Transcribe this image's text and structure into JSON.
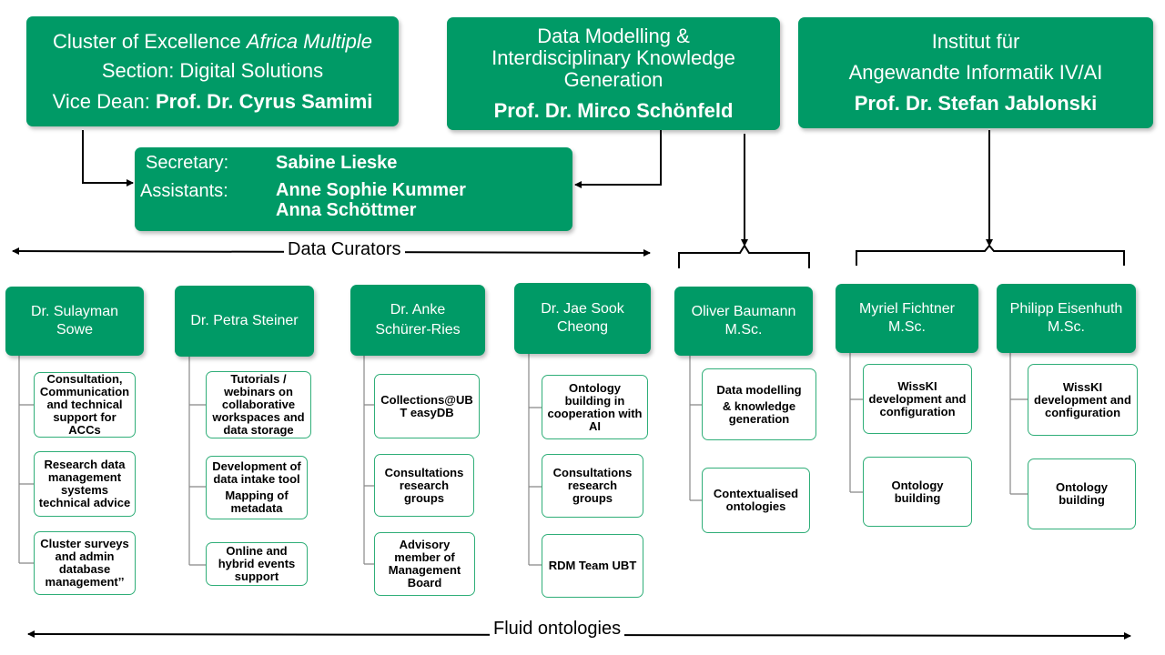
{
  "heads": {
    "cluster": {
      "line1_prefix": "Cluster of Excellence",
      "line1_italic": "Africa Multiple",
      "line2": "Section: Digital Solutions",
      "line3_prefix": "Vice Dean:",
      "line3_name": "Prof. Dr. Cyrus Samimi"
    },
    "datamodelling": {
      "line1": "Data Modelling &",
      "line2": "Interdisciplinary Knowledge",
      "line3": "Generation",
      "name": "Prof. Dr. Mirco Schönfeld"
    },
    "institut": {
      "line1": "Institut für",
      "line2": "Angewandte Informatik IV/AI",
      "name": "Prof. Dr. Stefan Jablonski"
    }
  },
  "secretariat": {
    "secretary_label": "Secretary:",
    "secretary_name": "Sabine Lieske",
    "assistants_label": "Assistants:",
    "assistant1": "Anne Sophie Kummer",
    "assistant2": "Anna Schöttmer"
  },
  "labels": {
    "data_curators": "Data Curators",
    "fluid_ontologies": "Fluid ontologies"
  },
  "members": [
    {
      "name": [
        "Dr. Sulayman  Sowe"
      ],
      "tasks": [
        [
          "Consultation,",
          "Communication",
          "and technical",
          "support for",
          "ACCs"
        ],
        [
          "Research data",
          "management",
          "systems",
          "technical advice"
        ],
        [
          "Cluster surveys",
          "and admin",
          "database",
          "management’’"
        ]
      ]
    },
    {
      "name": [
        "Dr. Petra Steiner"
      ],
      "tasks": [
        [
          "Tutorials /",
          "webinars  on",
          "collaborative",
          "workspaces  and",
          "data storage"
        ],
        [
          "Development of",
          "data intake tool",
          "Mapping of",
          "metadata"
        ],
        [
          "Online and",
          "hybrid events",
          "support"
        ]
      ]
    },
    {
      "name": [
        "Dr. Anke",
        "Schürer-Ries"
      ],
      "tasks": [
        [
          "Collections@UB",
          "T easyDB"
        ],
        [
          "Consultations",
          "research",
          "groups"
        ],
        [
          "Advisory",
          "member of",
          "Management",
          "Board"
        ]
      ]
    },
    {
      "name": [
        "Dr. Jae Sook",
        "Cheong"
      ],
      "tasks": [
        [
          "Ontology",
          "building in",
          "cooperation with",
          "AI"
        ],
        [
          "Consultations",
          "research",
          "groups"
        ],
        [
          "RDM Team UBT"
        ]
      ]
    },
    {
      "name": [
        "Oliver Baumann",
        "M.Sc."
      ],
      "tasks": [
        [
          "Data modelling",
          "& knowledge",
          "generation"
        ],
        [
          "Contextualised",
          "ontologies"
        ]
      ]
    },
    {
      "name": [
        "Myriel Fichtner",
        "M.Sc."
      ],
      "tasks": [
        [
          "WissKI",
          "development and",
          "configuration"
        ],
        [
          "Ontology",
          "building"
        ]
      ]
    },
    {
      "name": [
        "Philipp Eisenhuth",
        "M.Sc."
      ],
      "tasks": [
        [
          "WissKI",
          "development and",
          "configuration"
        ],
        [
          "Ontology",
          "building"
        ]
      ]
    }
  ]
}
